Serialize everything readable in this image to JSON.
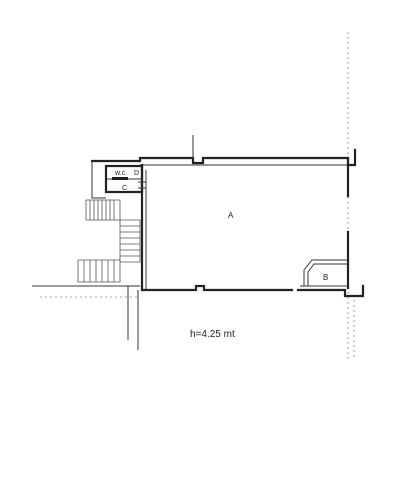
{
  "rooms": {
    "main": "A",
    "corner": "B",
    "small": "C",
    "wc": "w.c.",
    "wc_mark": "D"
  },
  "height_note": "h=4.25 mt"
}
